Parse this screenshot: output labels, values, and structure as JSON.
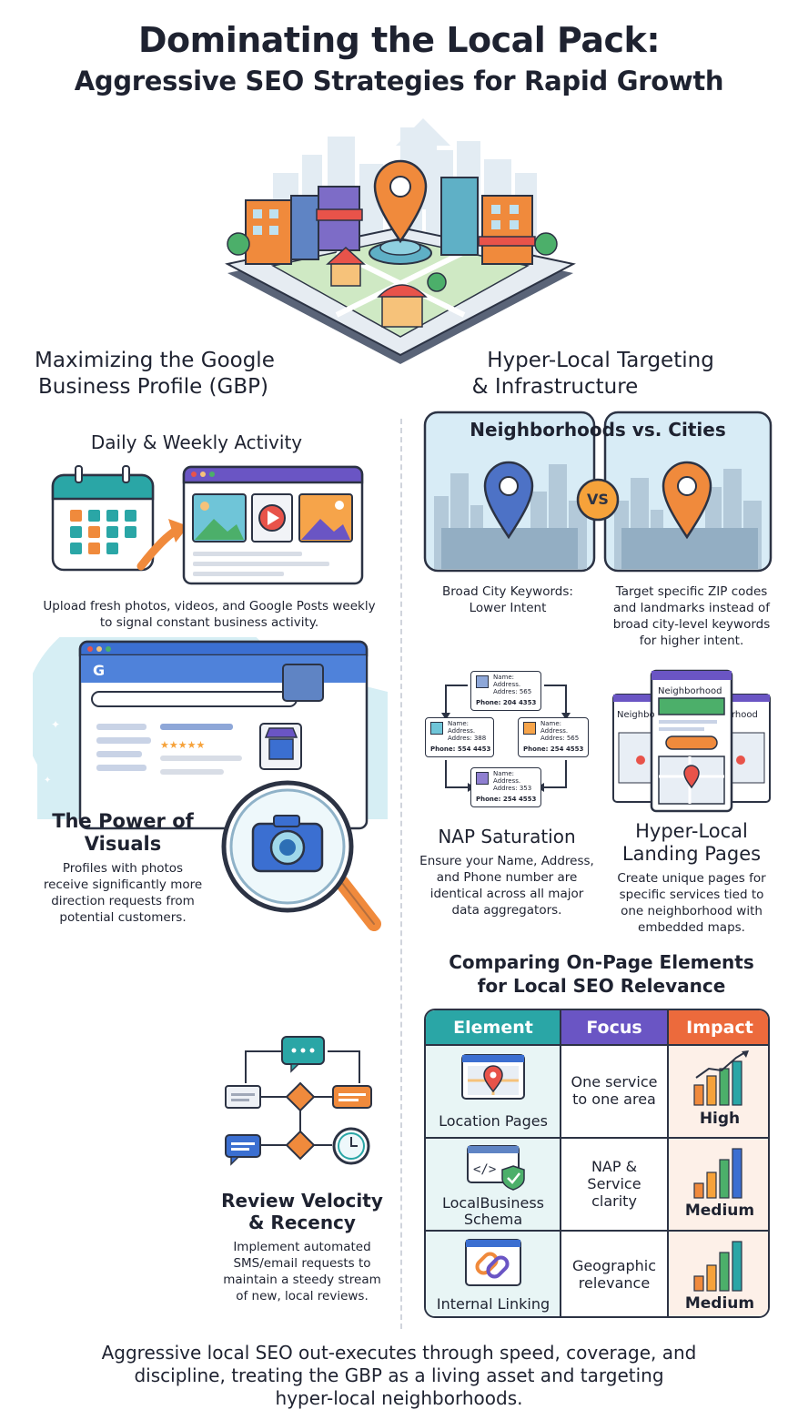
{
  "title": {
    "line1": "Dominating the Local Pack:",
    "line2": "Aggressive SEO Strategies for Rapid Growth"
  },
  "left": {
    "heading_line1": "Maximizing the Google",
    "heading_line2": "Business Profile (GBP)",
    "daily": {
      "title": "Daily & Weekly Activity",
      "desc_line1": "Upload fresh photos, videos, and Google Posts weekly",
      "desc_line2": "to signal constant business activity."
    },
    "visuals": {
      "title_line1": "The Power of",
      "title_line2": "Visuals",
      "desc": [
        "Profiles with photos",
        "receive significantly more",
        "direction requests from",
        "potential customers."
      ]
    },
    "reviews": {
      "title_line1": "Review Velocity",
      "title_line2": "& Recency",
      "desc": [
        "Implement automated",
        "SMS/email requests to",
        "maintain a steedy stream",
        "of new, local reviews."
      ]
    }
  },
  "right": {
    "heading_line1": "Hyper-Local Targeting",
    "heading_line2": "& Infrastructure",
    "nvc": {
      "title": "Neighborhoods vs. Cities",
      "vs": "VS",
      "left_caption": [
        "Broad City Keywords:",
        "Lower Intent"
      ],
      "right_caption": [
        "Target specific ZIP codes",
        "and landmarks instead of",
        "broad city-level keywords",
        "for higher intent."
      ]
    },
    "nap": {
      "title": "NAP Saturation",
      "desc": [
        "Ensure your Name, Address,",
        "and Phone number are",
        "identical across all major",
        "data aggregators."
      ],
      "cards": [
        {
          "l1": "Name:",
          "l2": "Address.",
          "l3": "Addres: 565",
          "phone": "Phone: 204 4353"
        },
        {
          "l1": "Name:",
          "l2": "Address.",
          "l3": "Addres: 388",
          "phone": "Phone: 554 4453"
        },
        {
          "l1": "Name:",
          "l2": "Address.",
          "l3": "Addres: 565",
          "phone": "Phone: 254 4553"
        },
        {
          "l1": "Name:",
          "l2": "Address.",
          "l3": "Addres: 353",
          "phone": "Phone: 254 4553"
        }
      ]
    },
    "landing": {
      "title_line1": "Hyper-Local",
      "title_line2": "Landing Pages",
      "desc": [
        "Create unique pages for",
        "specific services tied to",
        "one neighborhood with",
        "embedded maps."
      ],
      "page_center_title": "Neighborhood",
      "page_left_title": "Neighbo",
      "page_right_title": "rhood"
    },
    "comparison": {
      "title_line1": "Comparing On-Page Elements",
      "title_line2": "for Local SEO Relevance",
      "headers": [
        "Element",
        "Focus",
        "Impact"
      ],
      "header_colors": [
        "#2aa6a6",
        "#6a55c4",
        "#ec6a3c"
      ],
      "rows": [
        {
          "element": [
            "Location Pages"
          ],
          "focus": [
            "One service",
            "to one area"
          ],
          "impact": "High",
          "bars": [
            0.35,
            0.55,
            0.7,
            0.85
          ]
        },
        {
          "element": [
            "LocalBusiness",
            "Schema"
          ],
          "focus": [
            "NAP &",
            "Service",
            "clarity"
          ],
          "impact": "Medium",
          "bars": [
            0.3,
            0.5,
            0.75,
            0.9
          ]
        },
        {
          "element": [
            "Internal Linking"
          ],
          "focus": [
            "Geographic",
            "relevance"
          ],
          "impact": "Medium",
          "bars": [
            0.3,
            0.5,
            0.75,
            0.9
          ]
        }
      ]
    }
  },
  "footer": {
    "line1": "Aggressive local SEO out-executes through speed, coverage, and",
    "line2": "discipline, treating the GBP as a living asset and targeting",
    "line3": "hyper-local neighborhoods."
  }
}
